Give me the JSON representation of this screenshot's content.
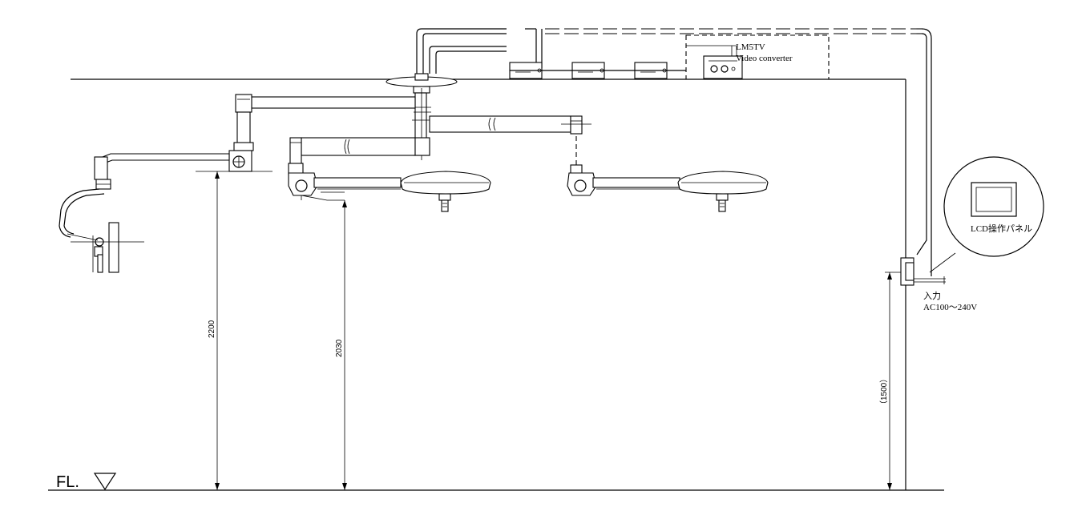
{
  "labels": {
    "converter_model": "LM5TV",
    "converter_name": "Video converter",
    "panel_name": "LCD操作パネル",
    "input_label": "入力",
    "input_voltage": "AC100～240V",
    "floor_label": "FL."
  },
  "dimensions": {
    "monitor_arm_height": "2200",
    "light_arm_height": "2030",
    "panel_height": "（1500）"
  }
}
